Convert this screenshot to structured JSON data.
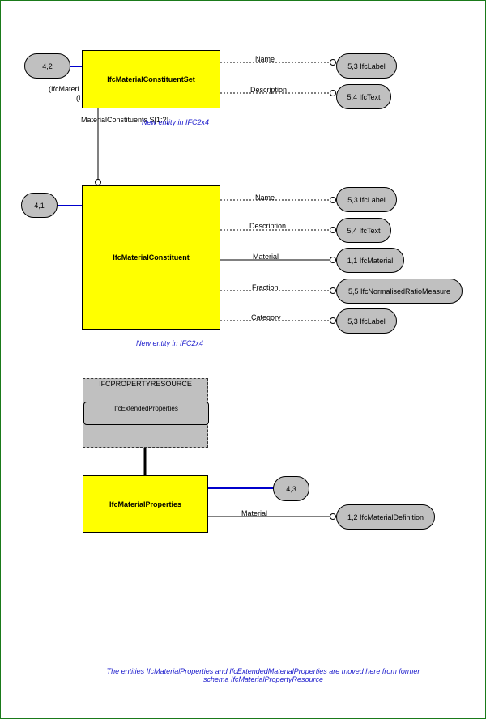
{
  "entities": {
    "constituent_set": "IfcMaterialConstituentSet",
    "constituent": "IfcMaterialConstituent",
    "properties": "IfcMaterialProperties"
  },
  "page_refs": {
    "set_ref": "4,2",
    "constituent_ref": "4,1",
    "properties_ref": "4,3"
  },
  "set_attributes": [
    {
      "label": "Name",
      "target": "5,3 IfcLabel"
    },
    {
      "label": "Description",
      "target": "5,4 IfcText"
    }
  ],
  "constituent_attributes": [
    {
      "label": "Name",
      "target": "5,3 IfcLabel"
    },
    {
      "label": "Description",
      "target": "5,4 IfcText"
    },
    {
      "label": "Material",
      "target": "1,1 IfcMaterial"
    },
    {
      "label": "Fraction",
      "target": "5,5 IfcNormalisedRatioMeasure"
    },
    {
      "label": "Category",
      "target": "5,3 IfcLabel"
    }
  ],
  "properties_attributes": [
    {
      "label": "Material",
      "target": "1,2 IfcMaterialDefinition"
    }
  ],
  "inverse_fragment_1": "(IfcMateri",
  "inverse_fragment_2": "(I",
  "constituents_relation": "MaterialConstituents S[1:?]",
  "notes": {
    "set_new": "New entity in IFC2x4",
    "constituent_new": "New entity in IFC2x4",
    "footer": "The entities IfcMaterialProperties and IfcExtendedMaterialProperties are moved here from former schema IfcMaterialPropertyResource"
  },
  "resource": {
    "title": "IFCPROPERTYRESOURCE",
    "item": "IfcExtendedProperties"
  },
  "colors": {
    "entity_fill": "#ffff00",
    "ref_fill": "#c0c0c0",
    "note_text": "#1a1acc",
    "ref_line": "#0000cc",
    "frame": "#1a7a1a"
  }
}
